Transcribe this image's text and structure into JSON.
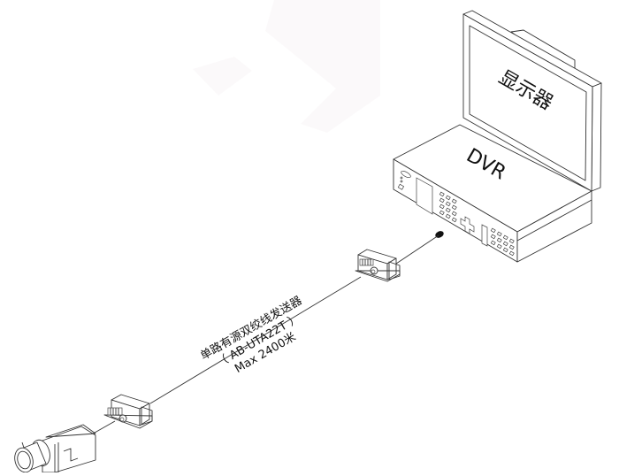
{
  "diagram": {
    "title": "单路有源双绞线传输连接示意图",
    "nodes": {
      "monitor": {
        "label": "显示器"
      },
      "dvr": {
        "label": "DVR"
      },
      "receiver": {
        "label": ""
      },
      "transmitter": {
        "label": ""
      },
      "camera": {
        "label": ""
      }
    },
    "cable": {
      "line1": "单路有源双绞线发送器",
      "line2": "（ AB-UTA22T ）",
      "line3": "Max 2400米"
    },
    "colors": {
      "stroke": "#333333",
      "background": "#ffffff",
      "dvr_port": "#111111"
    }
  }
}
